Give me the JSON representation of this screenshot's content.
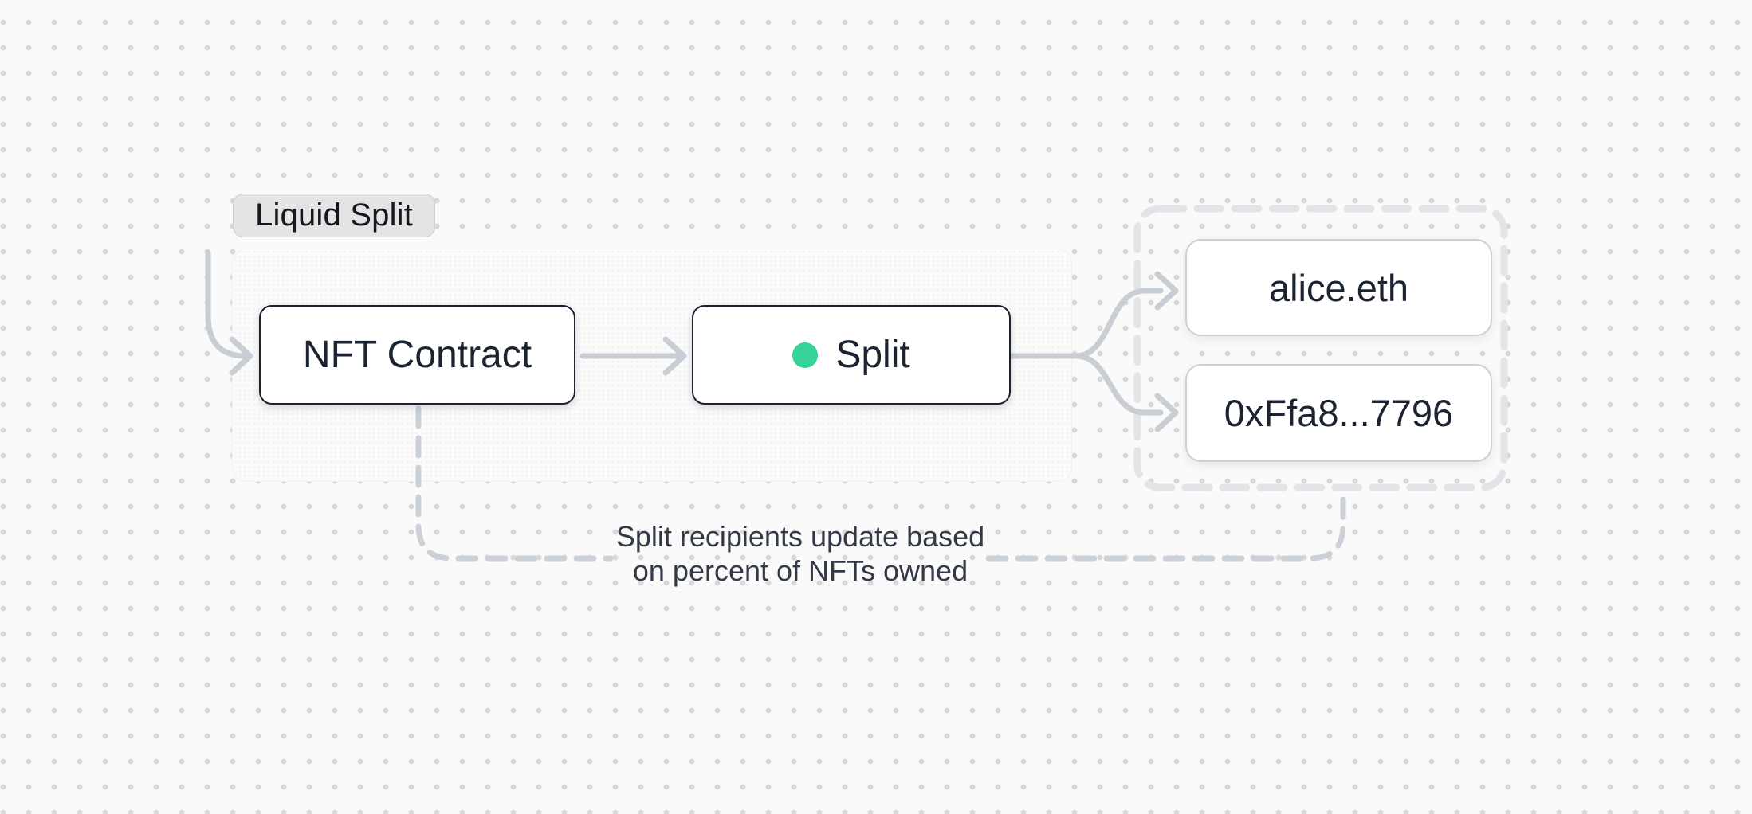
{
  "diagram": {
    "badge": {
      "label": "Liquid Split"
    },
    "nodes": {
      "nft_contract": {
        "label": "NFT Contract"
      },
      "split": {
        "label": "Split",
        "status_color": "#34d399"
      },
      "recipient_1": {
        "label": "alice.eth"
      },
      "recipient_2": {
        "label": "0xFfa8...7796"
      }
    },
    "edge_note": {
      "line1": "Split recipients update based",
      "line2": "on percent of NFTs owned"
    }
  },
  "colors": {
    "page_bg": "#fafafa",
    "dot_color": "#d9d9da",
    "panel_bg": "#fbfbfb",
    "edge": "#c9cdd4",
    "dashed_edge": "#ccd0d7",
    "container_dash": "#e3e4e7",
    "node_border": "#1a2230",
    "accent_green": "#34d399",
    "badge_bg": "#e4e4e5",
    "text_dark": "#1b2230",
    "note_text": "#333a46",
    "recipient_border": "#ccd0d6"
  }
}
